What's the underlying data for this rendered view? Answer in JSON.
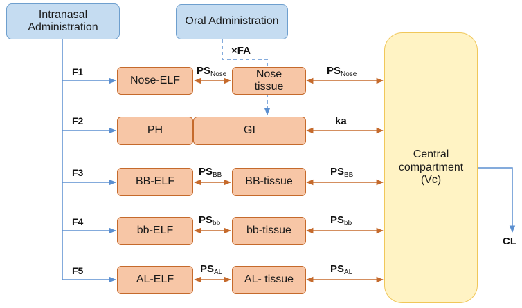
{
  "administration": {
    "intranasal": "Intranasal Administration",
    "oral": "Oral Administration",
    "oral_factor": "×FA"
  },
  "fractions": [
    "F1",
    "F2",
    "F3",
    "F4",
    "F5"
  ],
  "compartments": {
    "nose_elf": "Nose-ELF",
    "nose_tissue": "Nose tissue",
    "ph": "PH",
    "gi": "GI",
    "bb_elf": "BB-ELF",
    "bb_tissue": "BB-tissue",
    "bbs_elf": "bb-ELF",
    "bbs_tissue": "bb-tissue",
    "al_elf": "AL-ELF",
    "al_tissue": "AL- tissue",
    "central": "Central compartment (Vc)"
  },
  "rates": {
    "ps": "PS",
    "nose_sub": "Nose",
    "bb_sub": "BB",
    "bbs_sub": "bb",
    "al_sub": "AL",
    "ka": "ka",
    "cl": "CL"
  },
  "colors": {
    "blue_line": "#5b8fd0",
    "orange_line": "#c56a2c",
    "admin_fill": "#c5dcf1",
    "tissue_fill": "#f7c6a6",
    "central_fill": "#fff3c4"
  }
}
